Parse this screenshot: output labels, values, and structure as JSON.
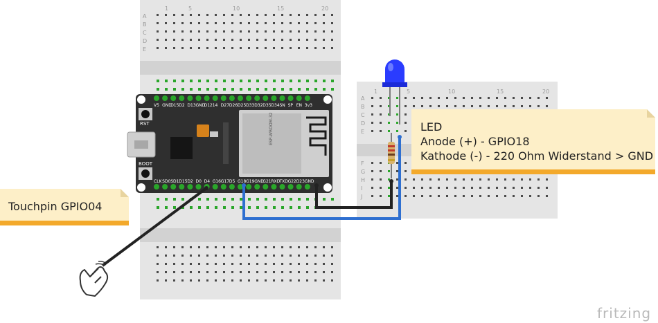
{
  "led_note": {
    "title": "LED",
    "line1": "Anode (+) - GPIO18",
    "line2": "Kathode (-) - 220 Ohm Widerstand > GND"
  },
  "touch_note": {
    "text": "Touchpin GPIO04"
  },
  "brand": {
    "name": "fritzing"
  },
  "breadboard": {
    "row_letters_top": [
      "A",
      "B",
      "C",
      "D",
      "E"
    ],
    "row_letters_bottom": [
      "F",
      "G",
      "H",
      "I",
      "J"
    ],
    "column_markers": [
      "1",
      "5",
      "10",
      "15",
      "20"
    ]
  },
  "esp32_board": {
    "buttons": [
      "RST",
      "BOOT"
    ],
    "top_pins": [
      "V5",
      "GND",
      "D15",
      "D2",
      "D13",
      "GND",
      "D12",
      "14",
      "D27",
      "D26",
      "D25",
      "D33",
      "D32",
      "D35",
      "D34",
      "SN",
      "SP",
      "EN",
      "3v3"
    ],
    "bottom_pins": [
      "CLK",
      "SD0",
      "SD1",
      "D15",
      "D2",
      "D0",
      "D4",
      "G16",
      "G17",
      "D5",
      "G18",
      "G19",
      "GND",
      "G21",
      "RXD",
      "TXD",
      "G22",
      "D23",
      "GND"
    ],
    "module_label": "ESP-WROOM-32"
  },
  "colors": {
    "wire_blue": "#2e6fd0",
    "wire_black": "#222222",
    "led_blue": "#2a3cff",
    "note_bg": "#fdefc8",
    "note_accent": "#f3a92b",
    "board_pcb": "#2f2f2f",
    "breadboard": "#e6e6e6",
    "hole_green": "#2aa62a"
  },
  "icons": {
    "touch": "pointing-hand-icon",
    "led": "led-icon",
    "resistor": "resistor-icon"
  }
}
